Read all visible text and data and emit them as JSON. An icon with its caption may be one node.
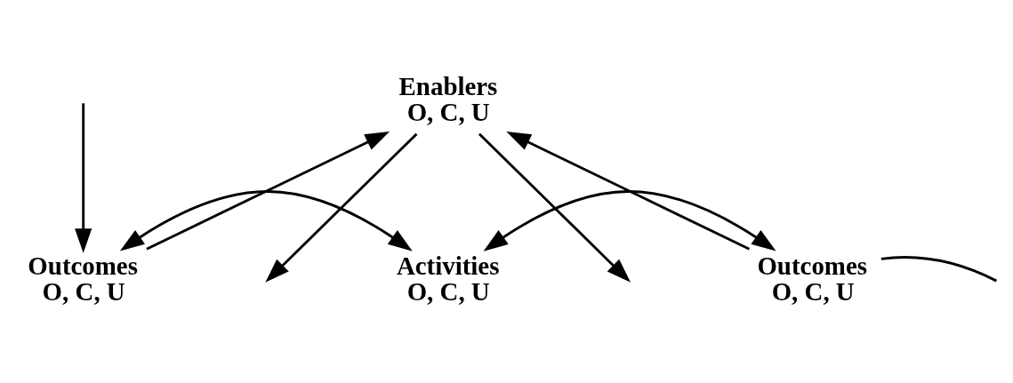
{
  "diagram": {
    "nodes": [
      {
        "text": [
          "Enablers",
          "O, C, U"
        ]
      },
      {
        "text": [
          "Outcomes",
          "O, C, U"
        ]
      },
      {
        "text": [
          "Activities",
          "O, C, U"
        ]
      },
      {
        "text": [
          "Outcomes",
          "O, C, U"
        ]
      }
    ],
    "edges": [
      {
        "from": 1,
        "to": 0,
        "arrow": "to"
      },
      {
        "from": 3,
        "to": 0,
        "arrow": "to"
      },
      {
        "from": 0,
        "to": null,
        "arrow": "to"
      },
      {
        "from": 0,
        "to": null,
        "arrow": "to"
      },
      {
        "from": 1,
        "to": 2,
        "arrow": "both"
      },
      {
        "from": 2,
        "to": 3,
        "arrow": "both"
      },
      {
        "from": null,
        "to": 1,
        "arrow": "to"
      },
      {
        "from": 3,
        "to": null,
        "arrow": "none"
      }
    ]
  }
}
